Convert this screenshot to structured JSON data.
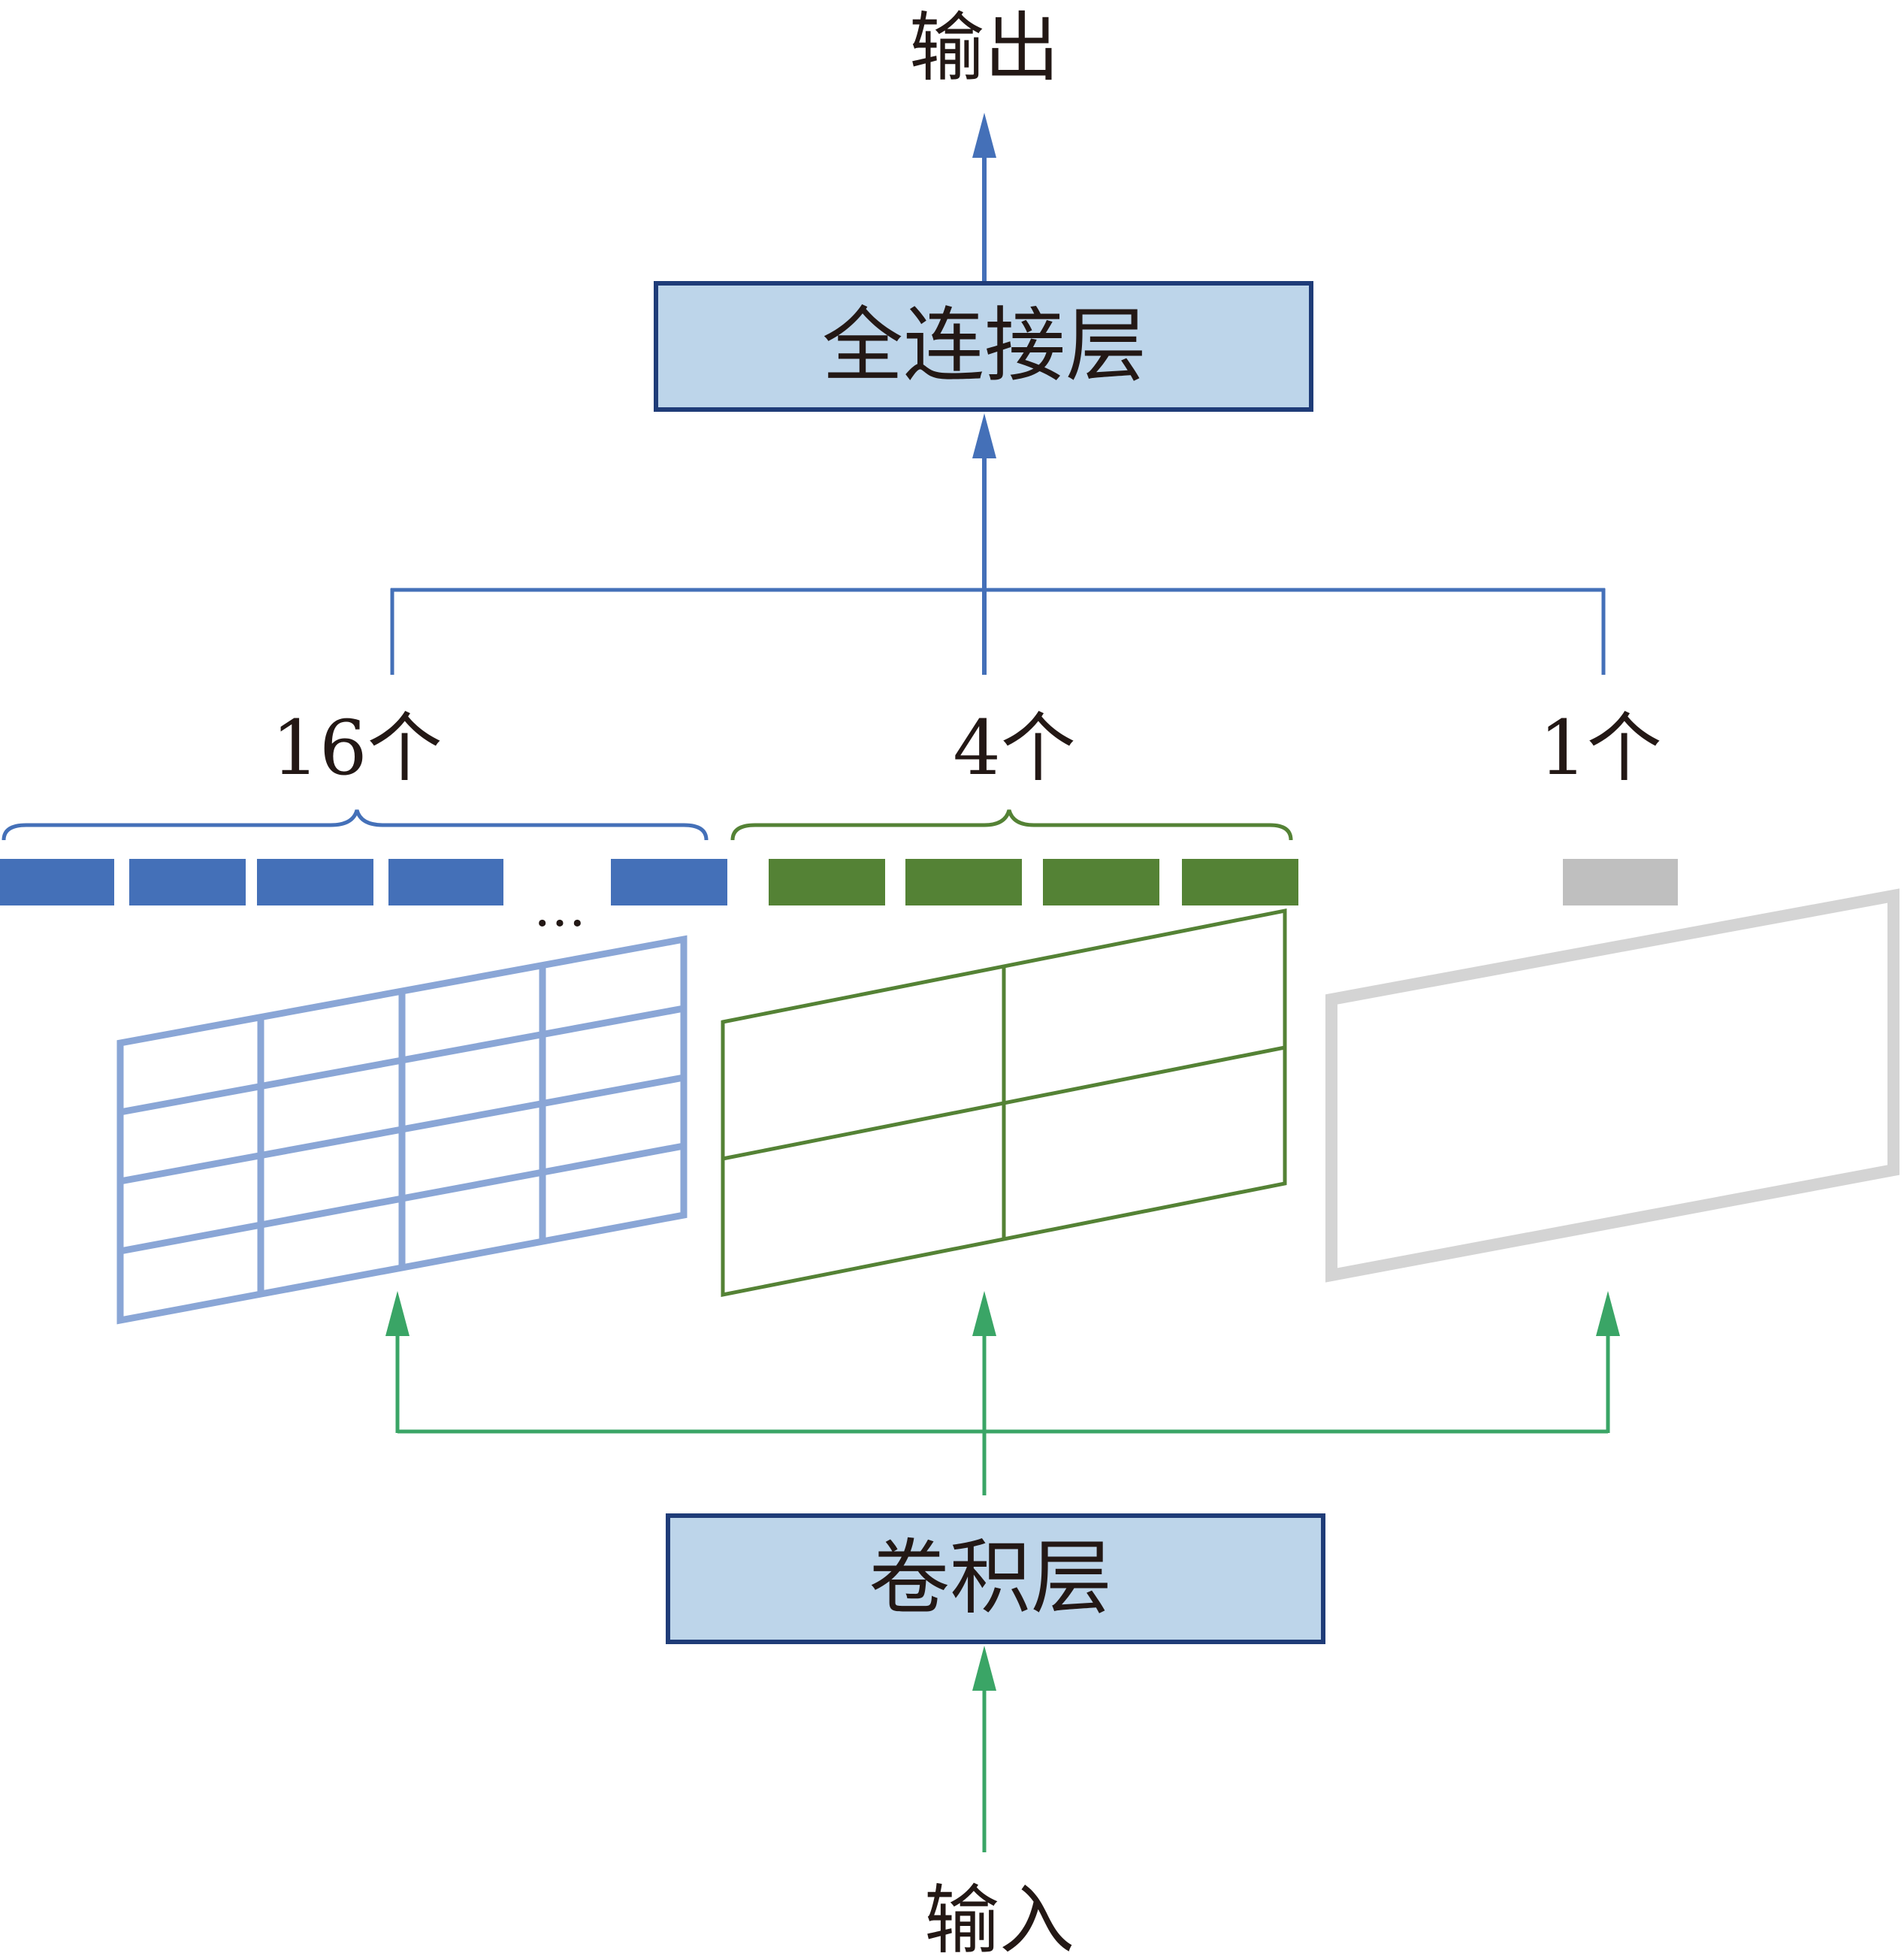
{
  "diagram": {
    "output_label": "输出",
    "input_label": "输入",
    "fc_layer_label": "全连接层",
    "conv_layer_label": "卷积层",
    "ellipsis": "…",
    "pools": [
      {
        "count_label": "16个",
        "grid": "4x4",
        "color": "#4470b8",
        "grid_color": "#8aa6d6"
      },
      {
        "count_label": "4个",
        "grid": "2x2",
        "color": "#548235",
        "grid_color": "#548235"
      },
      {
        "count_label": "1个",
        "grid": "1x1",
        "color": "#bfbfbf",
        "grid_color": "#d4d4d4"
      }
    ]
  },
  "colors": {
    "box_fill": "#bdd5ea",
    "box_border": "#1f3c78",
    "upper_arrows": "#4470b8",
    "lower_arrows": "#3aa566",
    "text": "#231815"
  }
}
